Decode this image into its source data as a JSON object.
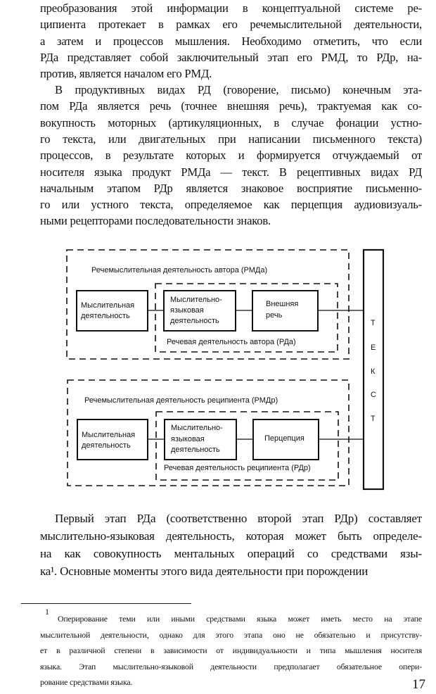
{
  "paragraph1": [
    "преобразования этой информации в концептуальной системе ре-",
    "ципиента протекает в рамках его речемыслительной деятельности,",
    "а затем и процессов мышления. Необходимо отметить, что если",
    "РДа представляет собой заключительный этап его РМД, то РДр, на-",
    "против, является началом его РМД."
  ],
  "paragraph2": [
    "В продуктивных видах РД (говорение, письмо) конечным эта-",
    "пом РДа является речь (точнее внешняя речь), трактуемая как со-",
    "вокупность моторных (артикуляционных, в случае фонации устно-",
    "го текста, или двигательных при написании письменного текста)",
    "процессов, в результате которых и формируется отчуждаемый от",
    "носителя языка продукт РМДа — текст. В рецептивных видах РД",
    "начальным этапом РДр является знаковое восприятие письменно-",
    "го или устного текста, определяемое как перцепция аудиовизуаль-",
    "ными рецепторами последовательности знаков."
  ],
  "diagram": {
    "author_outer_label": "Речемыслительная деятельность автора (РМДа)",
    "author_inner_label": "Речевая деятельность автора (РДа)",
    "author_box1": [
      "Мыслительная",
      "деятельность"
    ],
    "author_box2": [
      "Мыслительно-",
      "языковая",
      "деятельность"
    ],
    "author_box3": [
      "Внешняя",
      "речь"
    ],
    "recipient_outer_label": "Речемыслительная деятельность реципиента (РМДр)",
    "recipient_inner_label": "Речевая деятельность реципиента (РДр)",
    "recipient_box1": [
      "Мыслительная",
      "деятельность"
    ],
    "recipient_box2": [
      "Мыслительно-",
      "языковая",
      "деятельность"
    ],
    "recipient_box3": [
      "Перцепция"
    ],
    "text_bar": [
      "Т",
      "Е",
      "К",
      "С",
      "Т"
    ]
  },
  "paragraph3": [
    "Первый этап РДа (соответственно второй этап РДр) составляет",
    "мыслительно-языковая деятельность, которая может быть определе-",
    "на как совокупность ментальных операций со средствами язы-",
    "ка¹. Основные моменты этого вида деятельности при порождении"
  ],
  "footnote": {
    "marker": "1",
    "lines": [
      "Оперирование теми или иными средствами языка может иметь место на этапе",
      "мыслительной деятельности, однако для этого этапа оно не обязательно и присутству-",
      "ет в различной степени в зависимости от индивидуальности и типа мышления носителя",
      "языка. Этап мыслительно-языковой деятельности предполагает обязательное опери-",
      "рование средствами языка."
    ]
  },
  "page_number": "17"
}
